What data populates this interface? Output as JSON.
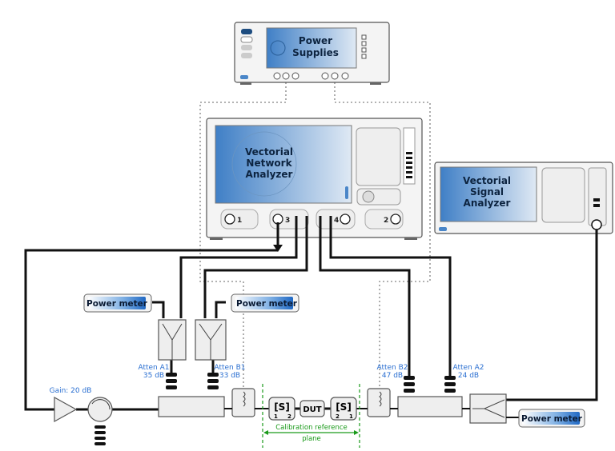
{
  "instruments": {
    "power_supplies": {
      "line1": "Power",
      "line2": "Supplies"
    },
    "vna": {
      "line1": "Vectorial",
      "line2": "Network",
      "line3": "Analyzer",
      "ports": [
        "1",
        "3",
        "4",
        "2"
      ]
    },
    "vsa": {
      "line1": "Vectorial",
      "line2": "Signal",
      "line3": "Analyzer"
    }
  },
  "power_meters": [
    "Power meter",
    "Power meter",
    "Power meter"
  ],
  "amplifier": {
    "label": "Gain: 20 dB"
  },
  "attenuators": [
    {
      "name": "Atten A1",
      "value": "35 dB"
    },
    {
      "name": "Atten B1",
      "value": "33 dB"
    },
    {
      "name": "Atten B2",
      "value": "47 dB"
    },
    {
      "name": "Atten A2",
      "value": "24 dB"
    }
  ],
  "dut_chain": {
    "s_left": "[S]",
    "s_left_ports": [
      "1",
      "2"
    ],
    "dut": "DUT",
    "s_right": "[S]",
    "s_right_ports": [
      "2",
      "1"
    ]
  },
  "calibration": {
    "line1": "Calibration reference",
    "line2": "plane"
  },
  "colors": {
    "screen": "#4a86c8",
    "label": "#2a6fd1",
    "calibration": "#1a9a1a"
  }
}
